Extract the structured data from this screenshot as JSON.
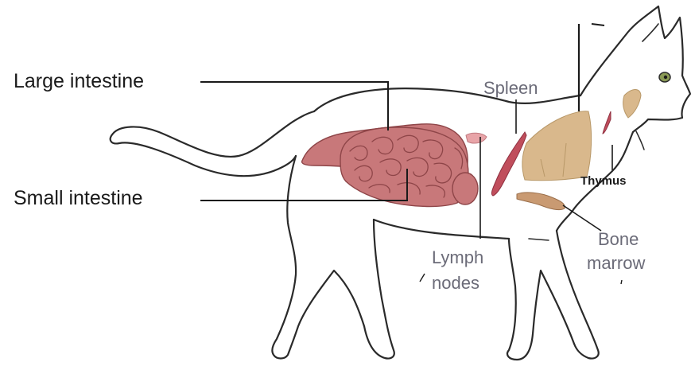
{
  "labels": {
    "large_intestine": "Large intestine",
    "small_intestine": "Small intestine",
    "spleen": "Spleen",
    "lymph_nodes_line1": "Lymph",
    "lymph_nodes_line2": "nodes",
    "thymus": "Thymus",
    "bone_marrow_line1": "Bone",
    "bone_marrow_line2": "marrow"
  },
  "colors": {
    "outline": "#2a2a2a",
    "intestine": "#c8787a",
    "intestine_dark": "#8e4548",
    "spleen": "#c04e5c",
    "thymus": "#d9b88c",
    "bone_marrow": "#c99a72",
    "eye": "#8a9a55"
  }
}
